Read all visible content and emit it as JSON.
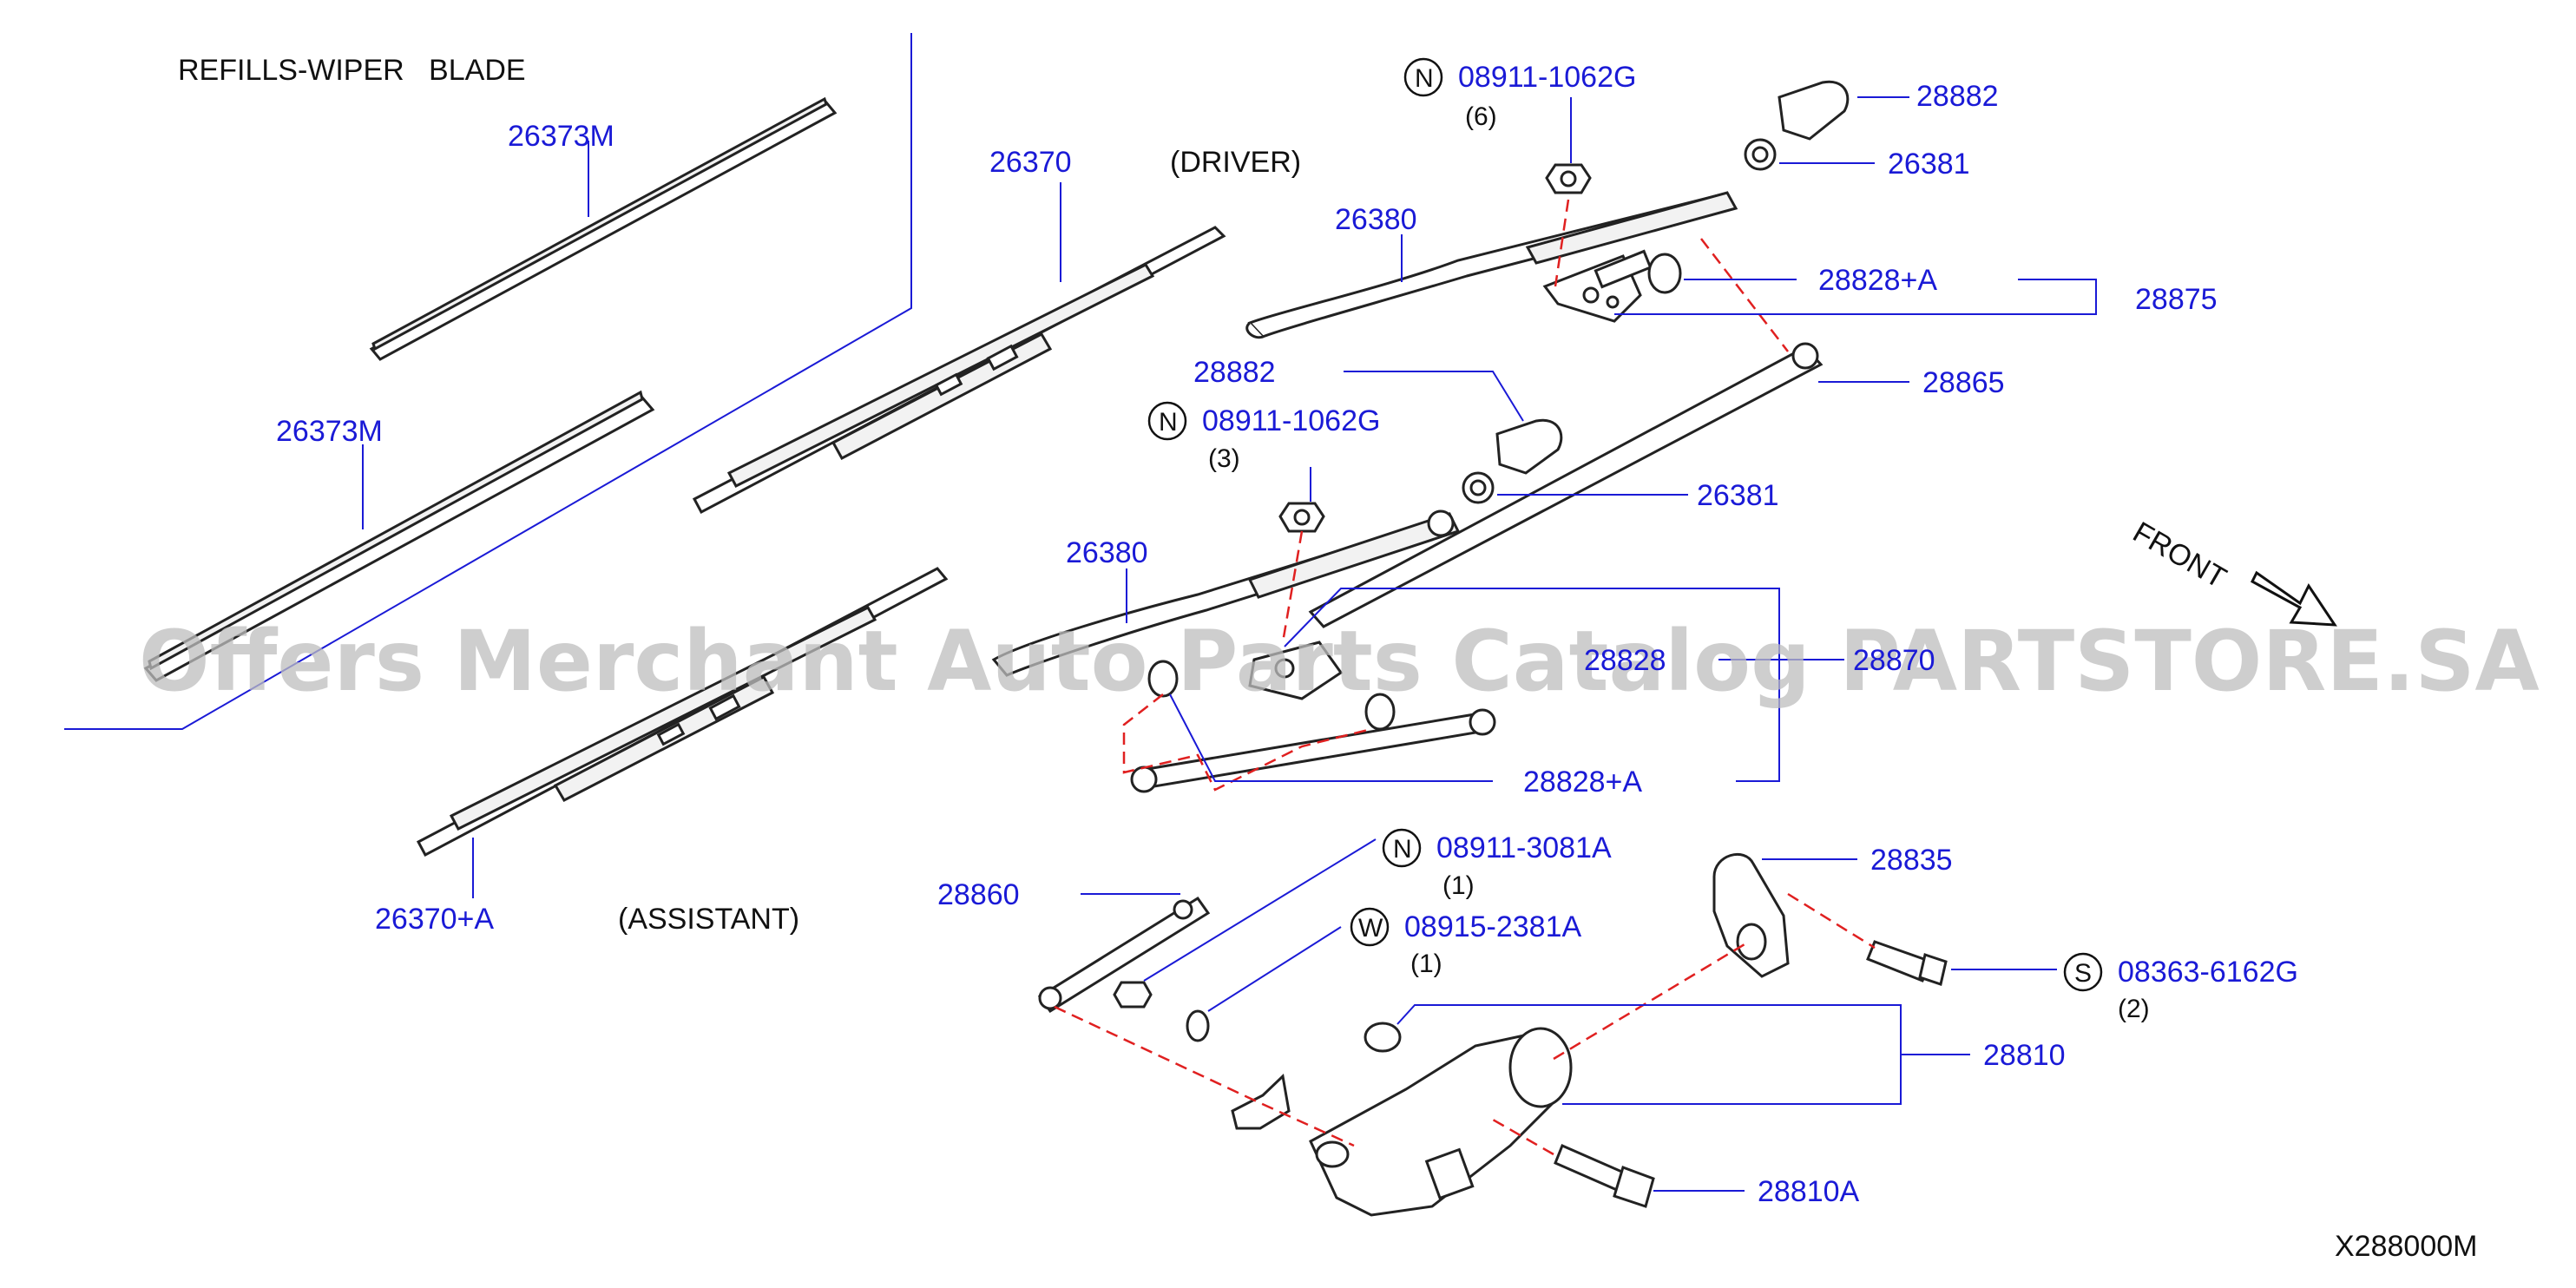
{
  "header": {
    "refills_title": "REFILLS-WIPER   BLADE",
    "driver": "(DRIVER)",
    "assistant": "(ASSISTANT)",
    "front": "FRONT",
    "diagram_code": "X288000M"
  },
  "watermark": "Offers Merchant Auto Parts Catalog PARTSTORE.SA",
  "parts": {
    "refill_top": "26373M",
    "refill_bottom": "26373M",
    "blade_driver": "26370",
    "blade_assistant": "26370+A",
    "arm_top": "26380",
    "arm_bottom": "26380",
    "cap_top": "28882",
    "cap_mid": "28882",
    "nut_top": "26381",
    "nut_mid": "26381",
    "pivot_top": "28828+A",
    "pivot_linkage_top": "28875",
    "link_rod": "28865",
    "pivot_mid": "28828",
    "pivot_bottom": "28828+A",
    "linkage_assy": "28870",
    "link_rod_lower": "28860",
    "bracket": "28835",
    "motor": "28810",
    "motor_bolt": "28810A",
    "nut_n1": "08911-1062G",
    "nut_n1_qty": "(6)",
    "nut_n2": "08911-1062G",
    "nut_n2_qty": "(3)",
    "nut_n3": "08911-3081A",
    "nut_n3_qty": "(1)",
    "washer_w": "08915-2381A",
    "washer_w_qty": "(1)",
    "screw_s": "08363-6162G",
    "screw_s_qty": "(2)"
  },
  "symbols": {
    "n1": "N",
    "n2": "N",
    "n3": "N",
    "w": "W",
    "s": "S"
  }
}
